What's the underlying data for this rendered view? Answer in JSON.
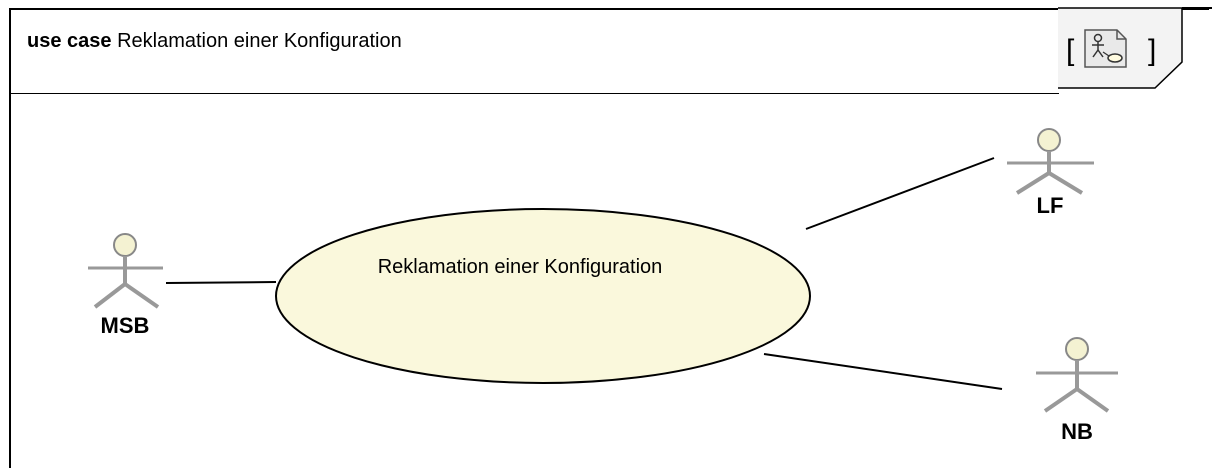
{
  "diagram": {
    "keyword": "use case",
    "name": "Reklamation einer Konfiguration",
    "diagram_type_icon": "use-case-diagram-icon"
  },
  "use_cases": [
    {
      "label": "Reklamation einer Konfiguration"
    }
  ],
  "actors": [
    {
      "label": "MSB"
    },
    {
      "label": "LF"
    },
    {
      "label": "NB"
    }
  ],
  "colors": {
    "use_case_fill": "#FAF8DC",
    "actor_head_fill": "#F4F2D2",
    "line": "#000000"
  }
}
